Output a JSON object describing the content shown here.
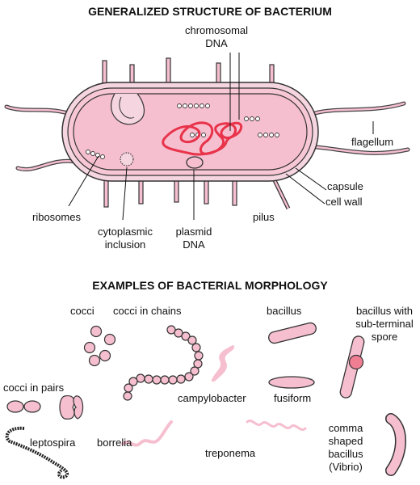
{
  "structure": {
    "heading": "GENERALIZED STRUCTURE OF BACTERIUM",
    "labels": {
      "chromosomal_1": "chromosomal",
      "chromosomal_2": "DNA",
      "flagellum": "flagellum",
      "capsule": "capsule",
      "cell_wall": "cell wall",
      "pilus": "pilus",
      "ribosomes": "ribosomes",
      "cytoplasmic_1": "cytoplasmic",
      "cytoplasmic_2": "inclusion",
      "plasmid_1": "plasmid",
      "plasmid_2": "DNA"
    }
  },
  "morphology": {
    "heading": "EXAMPLES OF BACTERIAL MORPHOLOGY",
    "labels": {
      "cocci": "cocci",
      "cocci_chains": "cocci in chains",
      "bacillus": "bacillus",
      "spore_1": "bacillus with",
      "spore_2": "sub-terminal",
      "spore_3": "spore",
      "cocci_pairs": "cocci in pairs",
      "campylobacter": "campylobacter",
      "fusiform": "fusiform",
      "leptospira": "leptospira",
      "borrelia": "borrelia",
      "treponema": "treponema",
      "vibrio_1": "comma",
      "vibrio_2": "shaped",
      "vibrio_3": "bacillus",
      "vibrio_4": "(Vibrio)"
    }
  },
  "colors": {
    "cell_fill": "#f6bfd0",
    "capsule_fill": "#f5d6e0",
    "outline": "#333333",
    "dna": "#e8334a",
    "spore": "#ef7e93"
  }
}
